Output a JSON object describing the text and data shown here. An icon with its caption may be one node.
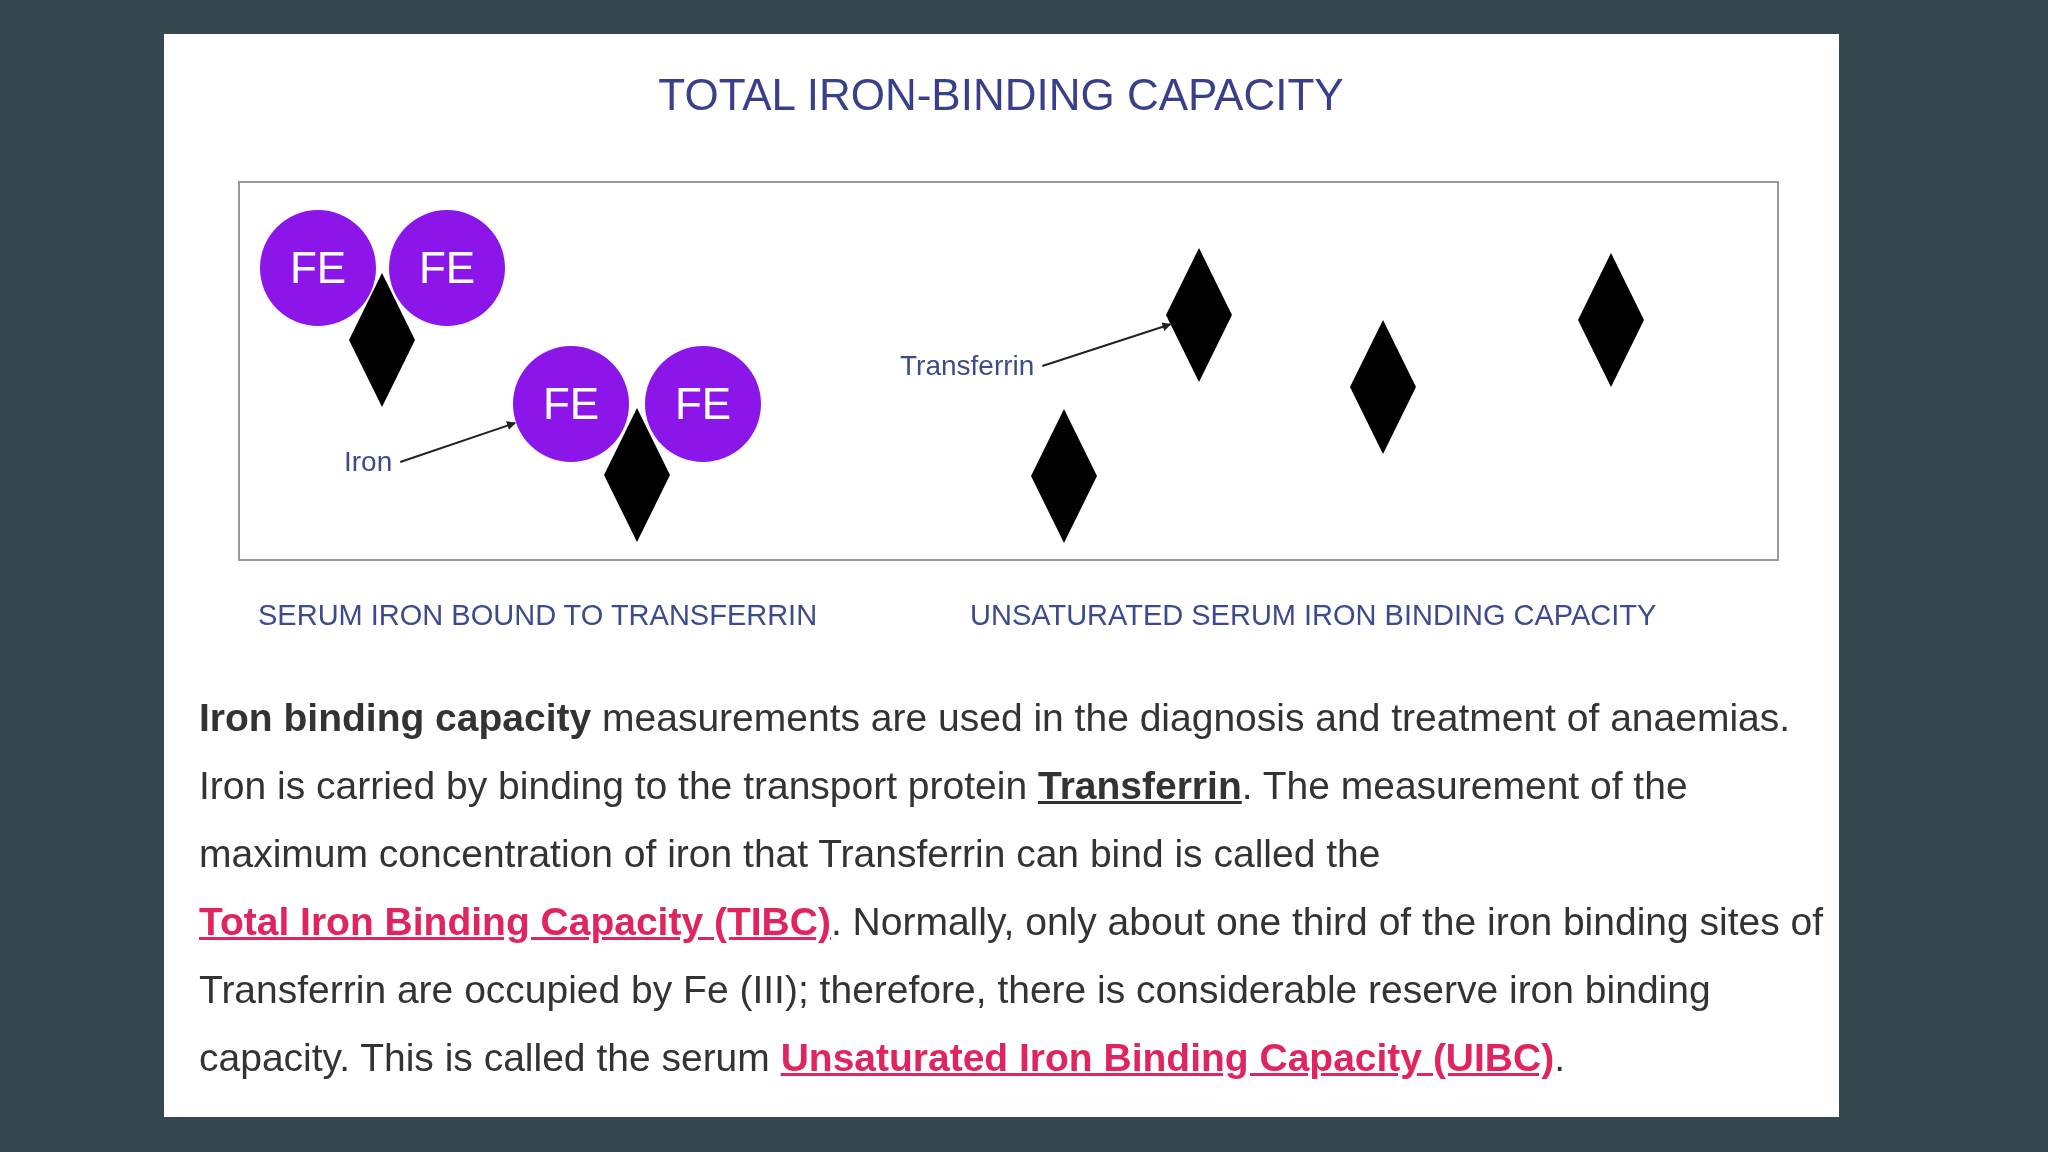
{
  "diagram": {
    "title": "TOTAL IRON-BINDING CAPACITY",
    "nodes": [
      {
        "text": [
          "FE"
        ]
      },
      {
        "text": [
          "FE"
        ]
      },
      {
        "text": [
          "FE"
        ]
      },
      {
        "text": [
          "FE"
        ]
      },
      {
        "text": [],
        "shape": "diamond"
      },
      {
        "text": [],
        "shape": "diamond"
      },
      {
        "text": [
          "Iron"
        ]
      },
      {
        "text": [
          "Transferrin"
        ]
      },
      {
        "text": [],
        "shape": "diamond"
      },
      {
        "text": [],
        "shape": "diamond"
      },
      {
        "text": [],
        "shape": "diamond"
      },
      {
        "text": [],
        "shape": "diamond"
      }
    ],
    "edges": [
      {
        "from": 6,
        "to": 2,
        "arrow": "to"
      },
      {
        "from": 7,
        "to": 8,
        "arrow": "to"
      }
    ],
    "labels": [
      "SERUM IRON BOUND TO TRANSFERRIN",
      "UNSATURATED SERUM IRON BINDING CAPACITY",
      "**Iron binding capacity** measurements are used in the diagnosis and treatment of anaemias. Iron is carried by binding to the transport protein **Transferrin**. The measurement of the maximum concentration of iron that Transferrin can bind is called the **Total Iron Binding Capacity (TIBC)**. Normally, only about one third of the iron binding sites of Transferrin are occupied by Fe (III); therefore, there is considerable reserve iron binding capacity. This is called the serum **Unsaturated Iron Binding Capacity (UIBC)**."
    ]
  }
}
